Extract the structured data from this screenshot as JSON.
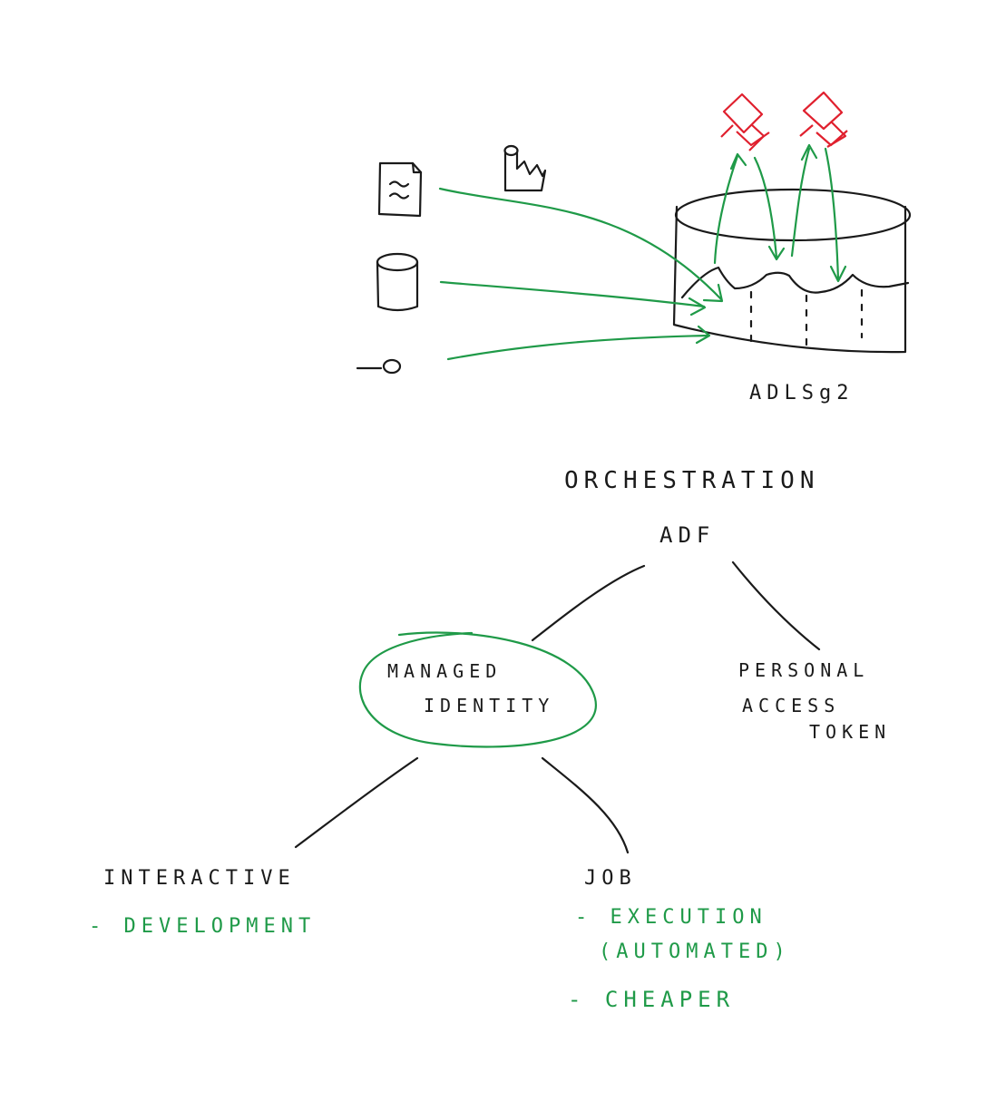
{
  "colors": {
    "ink": "#1a1a1a",
    "highlight": "#1f9a48",
    "output": "#e0202e",
    "background": "#ffffff"
  },
  "icons": {
    "file": "document-file-icon",
    "factory": "factory-icon",
    "database": "database-cylinder-icon",
    "stream": "stream-connector-icon",
    "outputs": "output-document-icon"
  },
  "storage": {
    "label": "ADLSg2"
  },
  "orchestration": {
    "title": "ORCHESTRATION",
    "tool": "ADF"
  },
  "auth": {
    "managed_identity": [
      "MANAGED",
      "IDENTITY"
    ],
    "pat": [
      "PERSONAL",
      "ACCESS",
      "TOKEN"
    ]
  },
  "clusters": {
    "interactive": {
      "title": "INTERACTIVE",
      "notes": [
        "- DEVELOPMENT"
      ]
    },
    "job": {
      "title": "JOB",
      "notes": [
        "- EXECUTION",
        "(AUTOMATED)",
        "- CHEAPER"
      ]
    }
  }
}
